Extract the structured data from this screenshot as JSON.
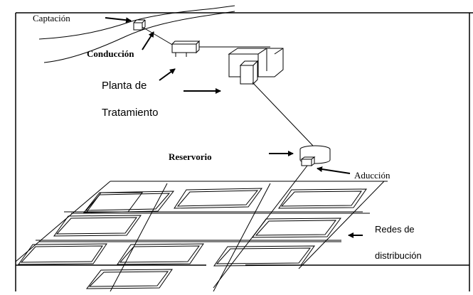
{
  "labels": {
    "captacion": "Captación",
    "conduccion": "Conducción",
    "planta_line1": "Planta de",
    "planta_line2": "Tratamiento",
    "reservorio": "Reservorio",
    "aduccion": "Aducción",
    "redes_line1": "Redes de",
    "redes_line2": "distribución"
  },
  "colors": {
    "stroke": "#000000",
    "background": "#ffffff"
  }
}
